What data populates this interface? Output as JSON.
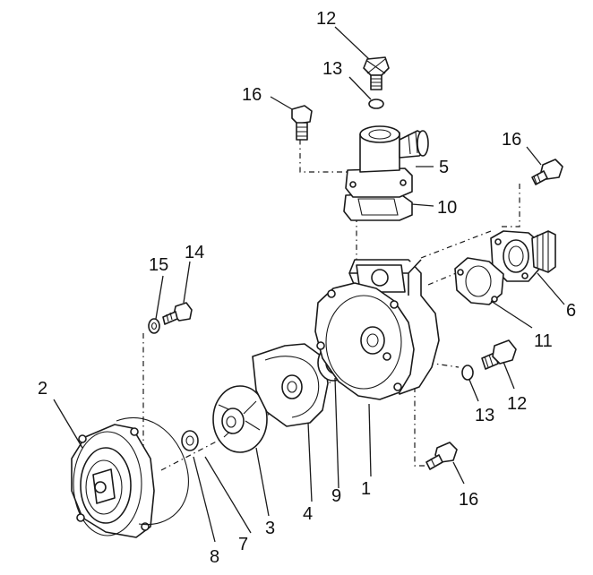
{
  "diagram": {
    "callouts": {
      "c1": "1",
      "c2": "2",
      "c3": "3",
      "c4": "4",
      "c5": "5",
      "c6": "6",
      "c7": "7",
      "c8": "8",
      "c9": "9",
      "c10": "10",
      "c11": "11",
      "c12a": "12",
      "c12b": "12",
      "c13a": "13",
      "c13b": "13",
      "c14": "14",
      "c15": "15",
      "c16a": "16",
      "c16b": "16",
      "c16c": "16"
    }
  }
}
